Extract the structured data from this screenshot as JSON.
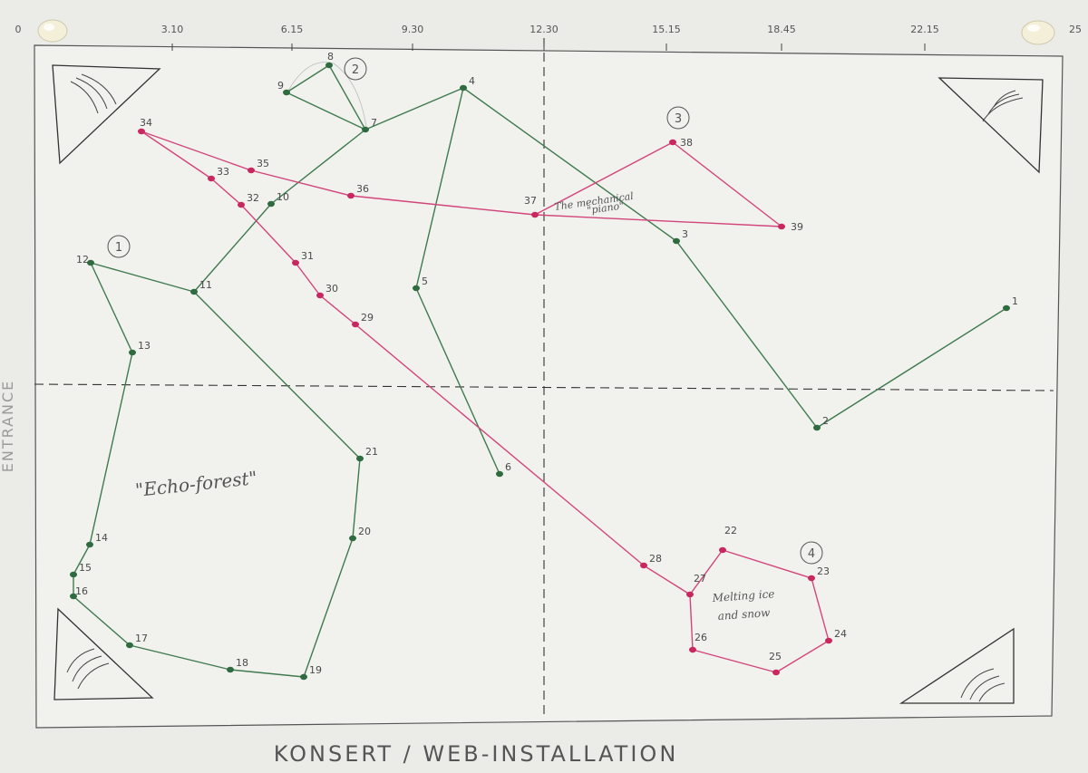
{
  "ruler_ticks": [
    "0",
    "3.10",
    "6.15",
    "9.30",
    "12.30",
    "15.15",
    "18.45",
    "22.15",
    "25"
  ],
  "side_label": "ENTRANCE",
  "bottom_title": "KONSERT / WEB-INSTALLATION",
  "zone_labels": {
    "z1": "1",
    "z2": "2",
    "z3": "3",
    "z4": "4"
  },
  "annotations": {
    "echo_forest": "\"Echo-forest\"",
    "piano_line1": "The mechanical",
    "piano_line2": "\"piano\"",
    "ice_line1": "Melting ice",
    "ice_line2": "and snow"
  },
  "colors": {
    "paper": "#efefec",
    "green": "#3f7a4e",
    "green_point": "#2e6b3f",
    "pink": "#d2457a",
    "pink_point": "#c8285f",
    "pencil": "#444444"
  },
  "green_path": [
    {
      "id": "1",
      "label": "1"
    },
    {
      "id": "2",
      "label": "2"
    },
    {
      "id": "3",
      "label": "3"
    },
    {
      "id": "4",
      "label": "4"
    },
    {
      "id": "5",
      "label": "5"
    },
    {
      "id": "6",
      "label": "6"
    },
    {
      "id": "7",
      "label": "7"
    },
    {
      "id": "8",
      "label": "8"
    },
    {
      "id": "9",
      "label": "9"
    },
    {
      "id": "10",
      "label": "10"
    },
    {
      "id": "11",
      "label": "11"
    },
    {
      "id": "12",
      "label": "12"
    },
    {
      "id": "13",
      "label": "13"
    },
    {
      "id": "14",
      "label": "14"
    },
    {
      "id": "15",
      "label": "15"
    },
    {
      "id": "16",
      "label": "16"
    },
    {
      "id": "17",
      "label": "17"
    },
    {
      "id": "18",
      "label": "18"
    },
    {
      "id": "19",
      "label": "19"
    },
    {
      "id": "20",
      "label": "20"
    },
    {
      "id": "21",
      "label": "21"
    }
  ],
  "pink_path": [
    {
      "id": "22",
      "label": "22"
    },
    {
      "id": "23",
      "label": "23"
    },
    {
      "id": "24",
      "label": "24"
    },
    {
      "id": "25",
      "label": "25"
    },
    {
      "id": "26",
      "label": "26"
    },
    {
      "id": "27",
      "label": "27"
    },
    {
      "id": "28",
      "label": "28"
    },
    {
      "id": "29",
      "label": "29"
    },
    {
      "id": "30",
      "label": "30"
    },
    {
      "id": "31",
      "label": "31"
    },
    {
      "id": "32",
      "label": "32"
    },
    {
      "id": "33",
      "label": "33"
    },
    {
      "id": "34",
      "label": "34"
    },
    {
      "id": "35",
      "label": "35"
    },
    {
      "id": "36",
      "label": "36"
    },
    {
      "id": "37",
      "label": "37"
    },
    {
      "id": "38",
      "label": "38"
    },
    {
      "id": "39",
      "label": "39"
    }
  ]
}
